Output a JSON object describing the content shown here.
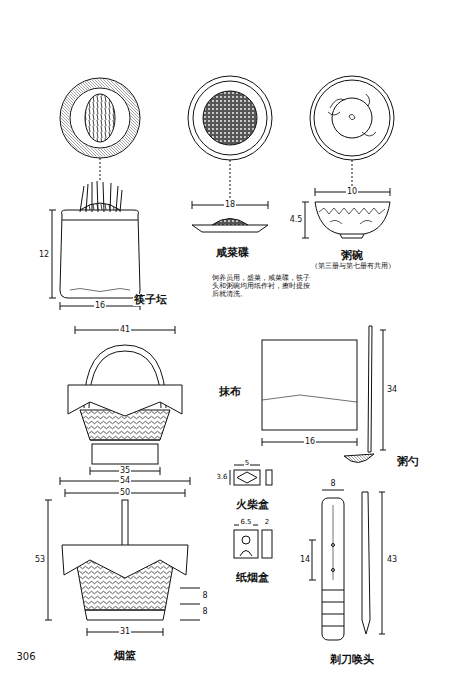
{
  "diagram": {
    "labels": [
      "12",
      "16",
      "筷子坛",
      "18",
      "咸菜碟",
      "饲养员用，盛菜，咸菜碟，筷子头和粥碗均用纸作衬，擦时提按后就清洗。",
      "10",
      "4.5",
      "粥碗",
      "（第三册与第七册有共用）",
      "41",
      "35",
      "54",
      "50",
      "53",
      "31",
      "8",
      "8",
      "烟篮",
      "抹布",
      "16",
      "34",
      "粥勺",
      "5",
      "3.6",
      "火柴盒",
      "6.5",
      "2",
      "纸烟盒",
      "8",
      "14",
      "43",
      "剃刀唤头",
      "306"
    ]
  }
}
